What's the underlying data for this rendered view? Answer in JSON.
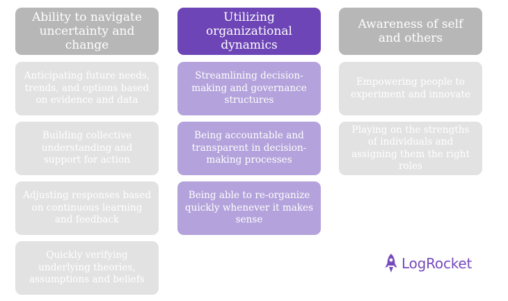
{
  "columns": [
    {
      "header": "Ability to navigate uncertainty and change",
      "items": [
        "Anticipating future needs, trends, and options based on evidence and data",
        "Building collective understanding and support for action",
        "Adjusting responses based on continuous learning and feedback",
        "Quickly verifying underlying theories, assumptions and beliefs"
      ]
    },
    {
      "header": "Utilizing organizational dynamics",
      "items": [
        "Streamlining decision-making and governance structures",
        "Being accountable and transparent in decision-making processes",
        "Being able to re-organize quickly whenever it makes sense"
      ]
    },
    {
      "header": "Awareness of self and others",
      "items": [
        "Empowering people to experiment and innovate",
        "Playing on the strengths of individuals and assigning them the right roles"
      ]
    }
  ],
  "logo": {
    "text": "LogRocket",
    "icon": "rocket-icon"
  },
  "colors": {
    "gray_header": "#b7b7b7",
    "gray_item": "#e2e2e2",
    "purple_header": "#6d45b6",
    "purple_item": "#b3a2db",
    "logo": "#764abc"
  }
}
